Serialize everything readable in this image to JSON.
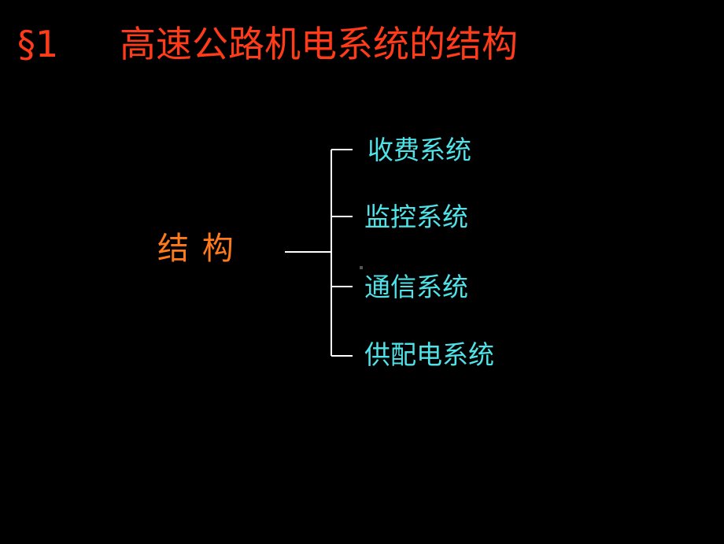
{
  "colors": {
    "background": "#000000",
    "title": "#ff3b1a",
    "root": "#ff7a1a",
    "branch": "#4fe3e8",
    "lines": "#ffffff"
  },
  "title": {
    "section": "§1",
    "text": "高速公路机电系统的结构"
  },
  "diagram": {
    "root": "结 构",
    "branches": [
      {
        "label": "收费系统"
      },
      {
        "label": "监控系统"
      },
      {
        "label": "通信系统"
      },
      {
        "label": "供配电系统"
      }
    ]
  }
}
